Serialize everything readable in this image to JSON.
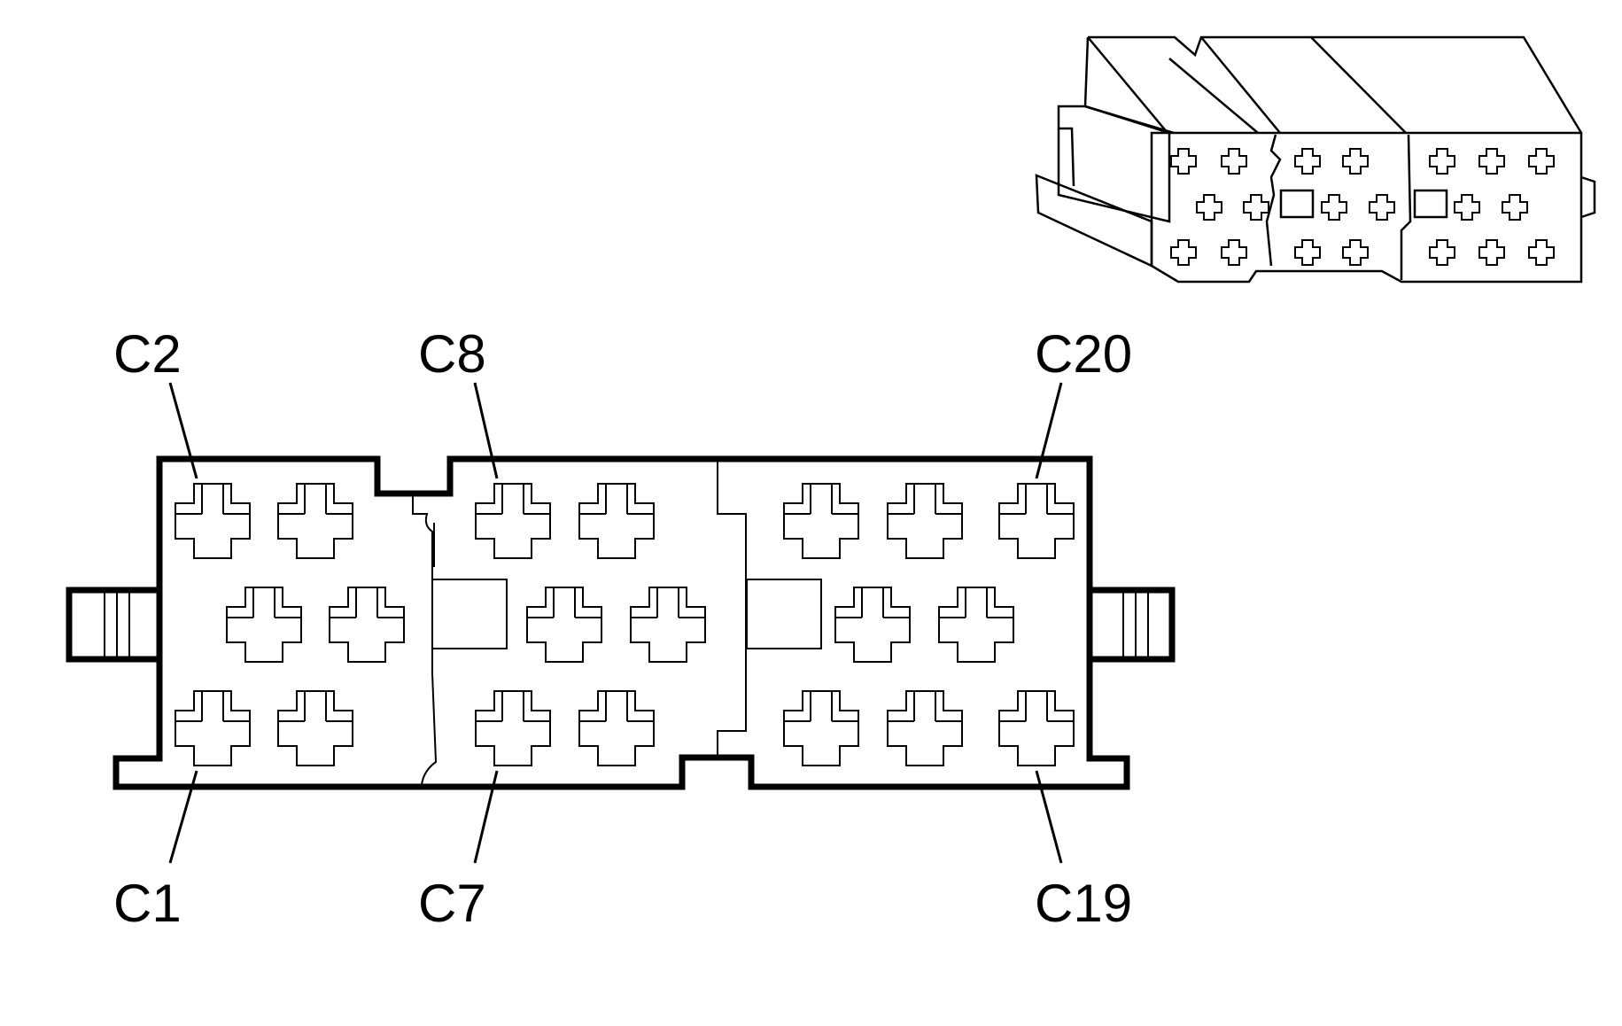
{
  "colors": {
    "line": "#000000",
    "background": "#ffffff"
  },
  "labels": {
    "c2": "C2",
    "c8": "C8",
    "c20": "C20",
    "c1": "C1",
    "c7": "C7",
    "c19": "C19"
  },
  "thumbnail": {
    "icon": "connector-3d-icon"
  }
}
